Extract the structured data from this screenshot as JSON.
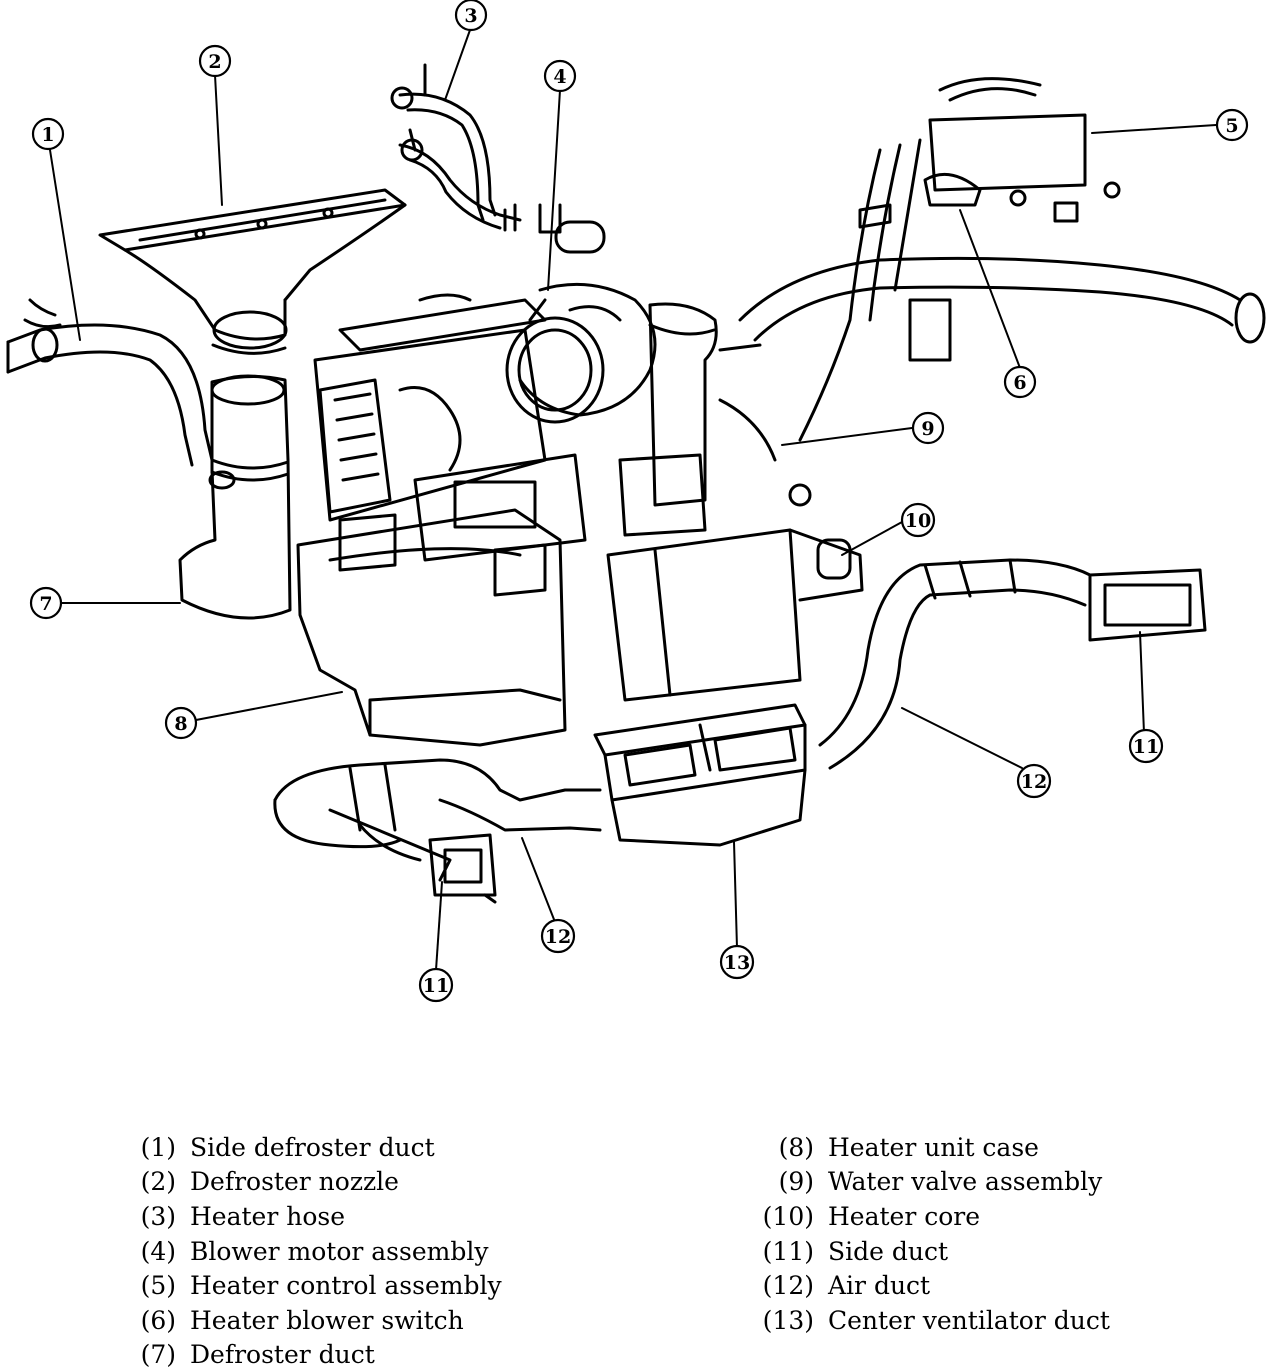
{
  "callouts": [
    {
      "id": "1",
      "label": "1"
    },
    {
      "id": "2",
      "label": "2"
    },
    {
      "id": "3",
      "label": "3"
    },
    {
      "id": "4",
      "label": "4"
    },
    {
      "id": "5",
      "label": "5"
    },
    {
      "id": "6",
      "label": "6"
    },
    {
      "id": "7",
      "label": "7"
    },
    {
      "id": "8",
      "label": "8"
    },
    {
      "id": "9",
      "label": "9"
    },
    {
      "id": "10",
      "label": "10"
    },
    {
      "id": "11a",
      "label": "11"
    },
    {
      "id": "11b",
      "label": "11"
    },
    {
      "id": "12a",
      "label": "12"
    },
    {
      "id": "12b",
      "label": "12"
    },
    {
      "id": "13",
      "label": "13"
    }
  ],
  "legend": {
    "left": [
      {
        "num": "(1)",
        "text": "Side defroster duct"
      },
      {
        "num": "(2)",
        "text": "Defroster nozzle"
      },
      {
        "num": "(3)",
        "text": "Heater hose"
      },
      {
        "num": "(4)",
        "text": "Blower motor assembly"
      },
      {
        "num": "(5)",
        "text": "Heater control assembly"
      },
      {
        "num": "(6)",
        "text": "Heater blower switch"
      },
      {
        "num": "(7)",
        "text": "Defroster duct"
      }
    ],
    "right": [
      {
        "num": "(8)",
        "text": "Heater unit case"
      },
      {
        "num": "(9)",
        "text": "Water valve assembly"
      },
      {
        "num": "(10)",
        "text": "Heater core"
      },
      {
        "num": "(11)",
        "text": "Side duct"
      },
      {
        "num": "(12)",
        "text": "Air duct"
      },
      {
        "num": "(13)",
        "text": "Center ventilator duct"
      }
    ]
  }
}
